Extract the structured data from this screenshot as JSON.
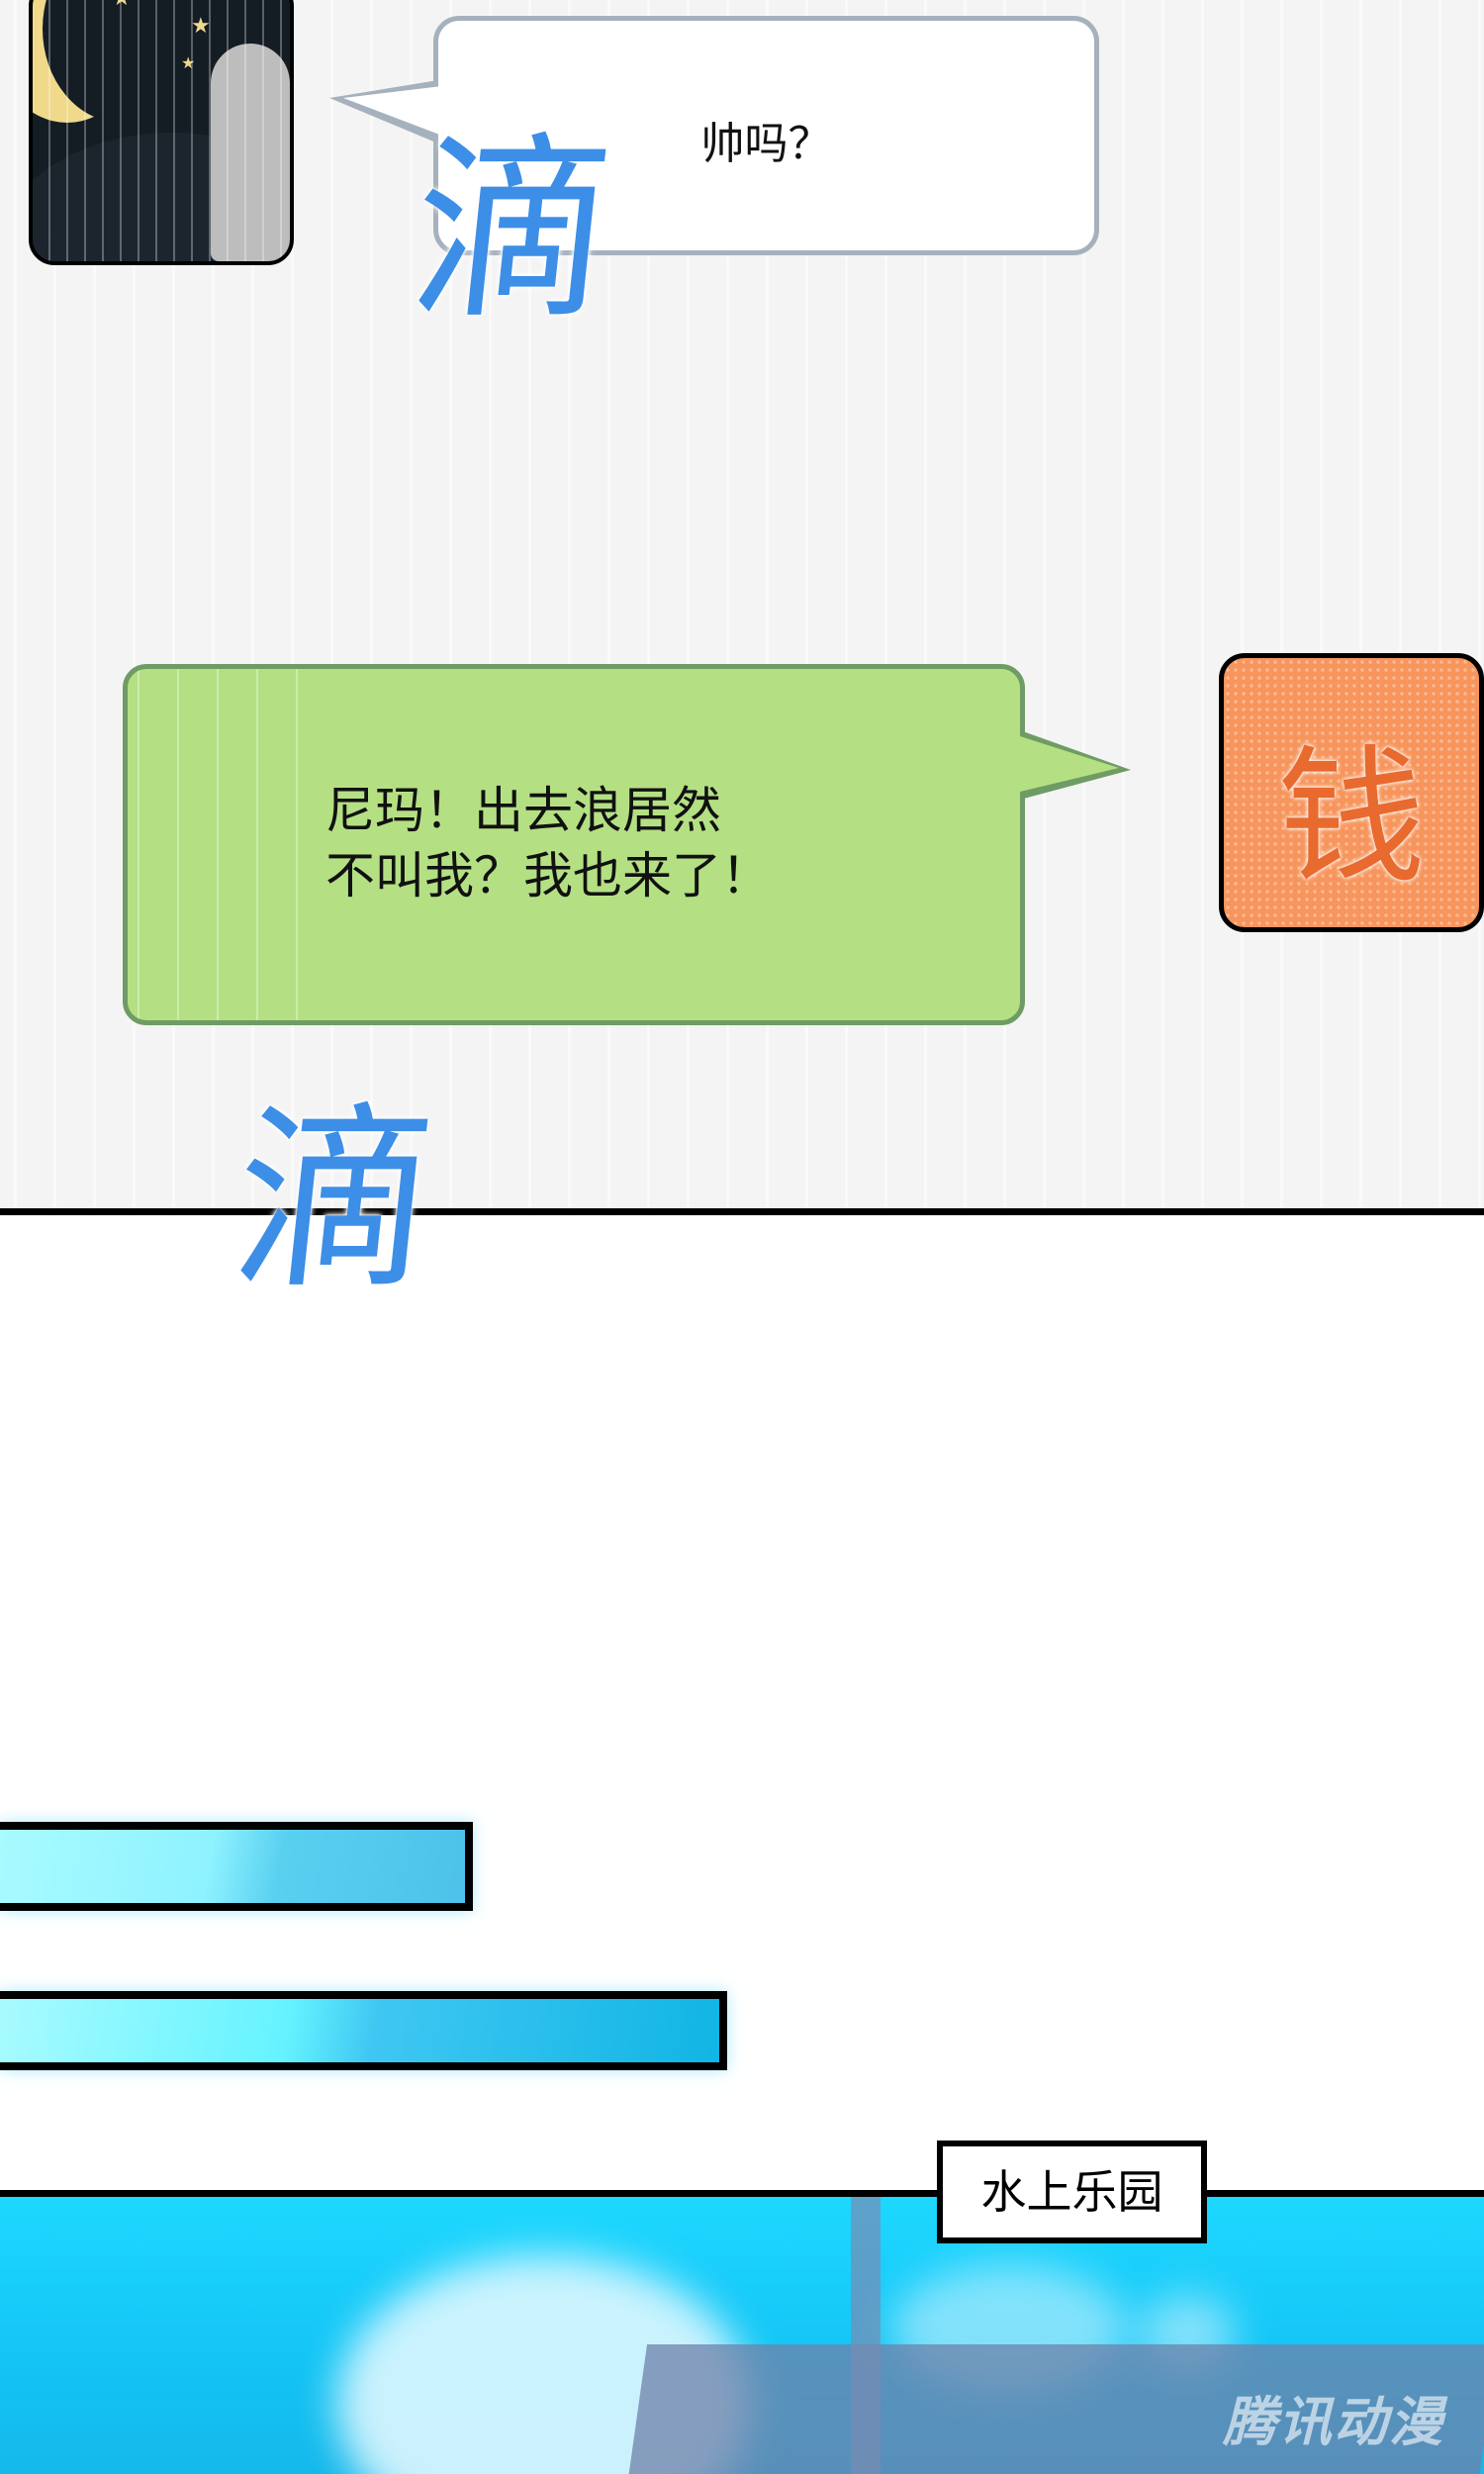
{
  "comic": {
    "panel1": {
      "chat_top": {
        "speaker_avatar": "moon-rat-avatar",
        "message": "帅吗？",
        "sfx": "滴"
      },
      "chat_reply": {
        "message_line1": "尼玛！出去浪居然",
        "message_line2": "不叫我？我也来了！",
        "message": "尼玛！出去浪居然\n不叫我？我也来了！",
        "speaker_avatar_glyph": "钱",
        "sfx": "滴"
      }
    },
    "panel2": {
      "location_label": "水上乐园"
    },
    "watermark": "腾讯动漫"
  },
  "colors": {
    "chat_background": "#f4f4f4",
    "white_bubble_border": "#a5b1bd",
    "green_bubble": "#b4e083",
    "green_bubble_border": "#6f9b64",
    "orange_avatar": "#f7955c",
    "sfx_blue": "#3d8ee6",
    "sky_blue": "#13c4f5"
  }
}
